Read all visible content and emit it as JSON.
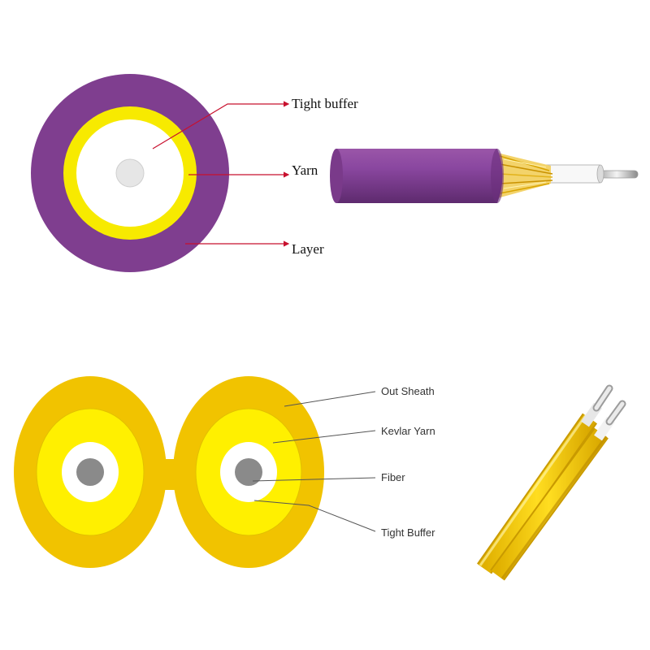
{
  "simplex": {
    "labels": {
      "tight_buffer": "Tight buffer",
      "yarn": "Yarn",
      "layer": "Layer"
    },
    "colors": {
      "jacket": "#7f3e8f",
      "yarn": "#f7ea00",
      "buffer": "#ffffff",
      "fiber": "#e6e6e6",
      "leader": "#c8102e"
    }
  },
  "duplex": {
    "labels": {
      "out_sheath": "Out Sheath",
      "kevlar_yarn": "Kevlar Yarn",
      "fiber": "Fiber",
      "tight_buffer": "Tight Buffer"
    },
    "colors": {
      "sheath": "#f1c300",
      "yarn": "#fff000",
      "buffer": "#ffffff",
      "fiber": "#8a8a8a",
      "leader": "#555555"
    }
  }
}
